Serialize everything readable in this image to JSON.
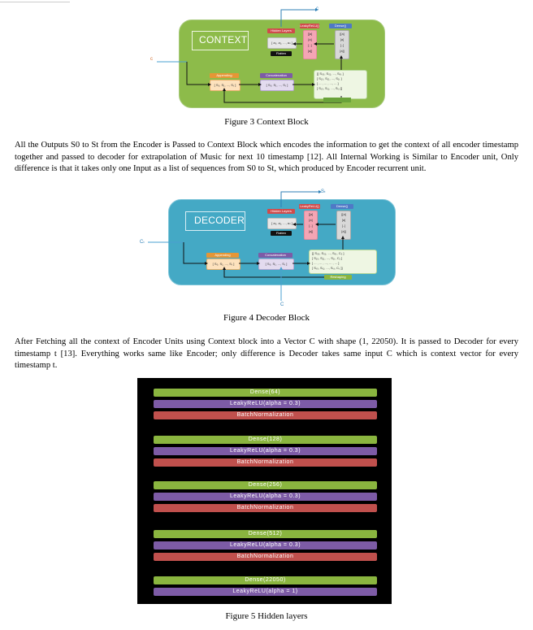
{
  "figure3": {
    "caption": "Figure 3 Context Block",
    "title": "CONTEXT",
    "input_label": "c",
    "output_label": "c",
    "hidden_layers": "Hidden Layers",
    "leaky": "LeakyReLU()",
    "dense": "Dense()",
    "flatten": "Flatten",
    "appending": "Appending",
    "concatenation": "Concatenation",
    "hidden_cells": "[ a₀, a₁, ..., aₙ ]",
    "append_cells": "[ S₀, S₁, ..., Sₜ ]",
    "concat_cells": "[ S₀, S₁, ..., Sₜ ]",
    "leaky_col": "[[a]\n[a]\n[..]\n[a]]",
    "dense_col": "[[a]\n[a]\n[..]\n[a]]",
    "matrix_rows": [
      "[[ S₀₀, S₀₁, ..., S₀ₜ ]",
      "[ S₁₀, S₁₁, ..., S₁ₜ ]",
      "[  ...  ,  ...  , ..., ... ]",
      "[ Sₜ₀, Sₜ₁, ..., Sₜₜ ]]"
    ]
  },
  "paragraph1": "All the Outputs S0 to St  from the Encoder is Passed to Context Block which encodes the information to get the context of all encoder timestamp together and passed to decoder for extrapolation of Music for next 10 timestamp [12]. All Internal Working is Similar to Encoder unit, Only difference is that it takes only one Input as a list of sequences from  S0 to St, which produced by Encoder recurrent unit.",
  "figure4": {
    "caption": "Figure 4 Decoder Block",
    "title": "DECODER",
    "input_label": "Cₜ",
    "output_label": "Sₜ",
    "bottom_label": "C",
    "hidden_layers": "Hidden Layers",
    "leaky": "LeakyReLU()",
    "dense": "Dense()",
    "flatten": "Flatten",
    "appending": "Appending",
    "concatenation": "Concatenation",
    "reshaping": "Reshaping",
    "hidden_cells": "[ a₀, a₁, ..., aₙ ]",
    "append_cells": "[ S₀, S₁, ..., Sₜ ]",
    "concat_cells": "[ S₀, S₁, ..., Sₜ ]",
    "leaky_col": "[[a]\n[a]\n[..]\n[a]]",
    "dense_col": "[[a]\n[a]\n[..]\n[a]]",
    "matrix_rows": [
      "[[ S₀₀, S₀₁, ..., S₀ₜ, C₀ ]",
      "[ S₁₀, S₁₁, ..., S₁ₜ, C₁ ]",
      "[  ...  ,  ...  , ..., ... , ... ]",
      "[ Sₜ₀, Sₜ₁, ..., Sₜₜ, Cₜ ]]"
    ]
  },
  "paragraph2": "After Fetching all the context of Encoder Units using Context block into a Vector C with shape (1, 22050). It is passed to Decoder for every timestamp t [13].  Everything works same like Encoder; only difference is Decoder takes same input C which is context vector for every timestamp t.",
  "figure5": {
    "caption": "Figure 5 Hidden layers",
    "layers": [
      {
        "text": "Dense(64)",
        "kind": "dense"
      },
      {
        "text": "LeakyReLU(alpha = 0.3)",
        "kind": "leaky"
      },
      {
        "text": "BatchNormalization",
        "kind": "bn"
      },
      {
        "text": "Dense(128)",
        "kind": "dense"
      },
      {
        "text": "LeakyReLU(alpha = 0.3)",
        "kind": "leaky"
      },
      {
        "text": "BatchNormalization",
        "kind": "bn"
      },
      {
        "text": "Dense(256)",
        "kind": "dense"
      },
      {
        "text": "LeakyReLU(alpha = 0.3)",
        "kind": "leaky"
      },
      {
        "text": "BatchNormalization",
        "kind": "bn"
      },
      {
        "text": "Dense(512)",
        "kind": "dense"
      },
      {
        "text": "LeakyReLU(alpha = 0.3)",
        "kind": "leaky"
      },
      {
        "text": "BatchNormalization",
        "kind": "bn"
      },
      {
        "text": "Dense(22050)",
        "kind": "dense"
      },
      {
        "text": "LeakyReLU(alpha = 1)",
        "kind": "leaky"
      }
    ]
  },
  "colors": {
    "context_green": "#8dbb4a",
    "decoder_blue": "#44a9c5",
    "dense": "#8ab53f",
    "leaky": "#7d5ba6",
    "bn": "#c0504d"
  }
}
